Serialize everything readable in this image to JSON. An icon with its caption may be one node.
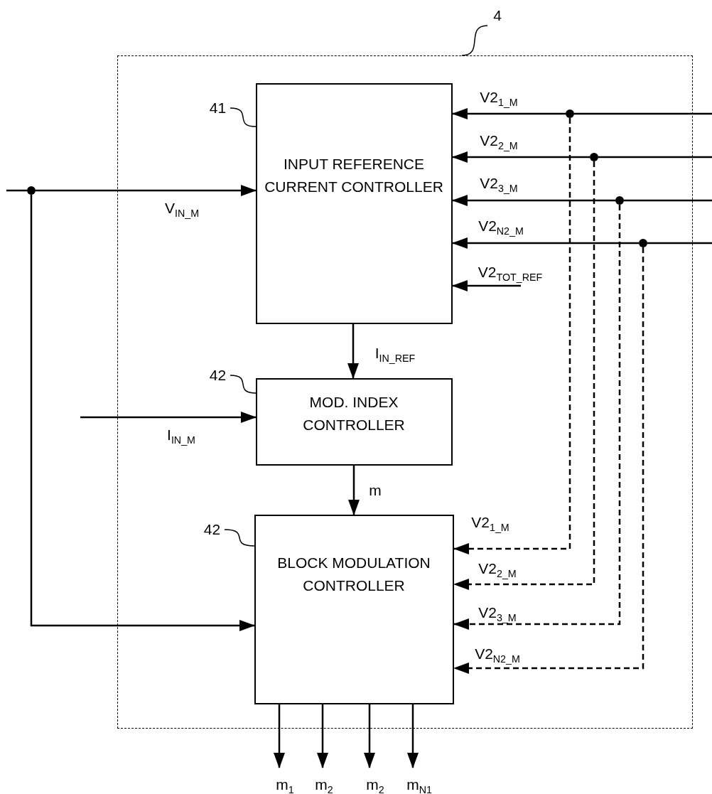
{
  "diagram": {
    "nodes": [
      {
        "text": [
          "4"
        ]
      },
      {
        "text": [],
        "shape": "box"
      },
      {
        "text": [
          "41"
        ],
        "in": 1
      },
      {
        "text": [
          "INPUT REFERENCE CURRENT CONTROLLER"
        ],
        "in": 1
      },
      {
        "text": [],
        "shape": "circle"
      },
      {
        "text": [],
        "shape": "circle",
        "in": 1
      },
      {
        "text": [],
        "shape": "circle",
        "in": 1
      },
      {
        "text": [],
        "shape": "circle",
        "in": 1
      },
      {
        "text": [],
        "shape": "circle",
        "in": 1
      },
      {
        "text": [
          "42"
        ],
        "in": 1
      },
      {
        "text": [
          "MOD. INDEX CONTROLLER"
        ],
        "in": 1
      },
      {
        "text": [
          "42"
        ],
        "in": 1
      },
      {
        "text": [
          "BLOCK MODULATION CONTROLLER"
        ],
        "in": 1
      }
    ],
    "edges": [
      {
        "from": 0,
        "to": 1,
        "arrow": "none"
      },
      {
        "from": 2,
        "to": 3,
        "arrow": "none"
      },
      {
        "from": 9,
        "to": 10,
        "arrow": "none"
      },
      {
        "from": 11,
        "to": 12,
        "arrow": "none"
      },
      {
        "from": null,
        "to": 4,
        "arrow": "none"
      },
      {
        "from": 4,
        "to": 3,
        "arrow": "to",
        "label": "V$_{IN_M}$"
      },
      {
        "from": 4,
        "to": 12,
        "arrow": "to"
      },
      {
        "from": null,
        "to": 5,
        "arrow": "none"
      },
      {
        "from": 5,
        "to": 3,
        "arrow": "to",
        "label": "V2$_{1_M}$"
      },
      {
        "from": null,
        "to": 6,
        "arrow": "none"
      },
      {
        "from": 6,
        "to": 3,
        "arrow": "to",
        "label": "V2$_{2_M}$"
      },
      {
        "from": null,
        "to": 7,
        "arrow": "none"
      },
      {
        "from": 7,
        "to": 3,
        "arrow": "to",
        "label": "V2$_{3_M}$"
      },
      {
        "from": null,
        "to": 8,
        "arrow": "none"
      },
      {
        "from": 8,
        "to": 3,
        "arrow": "to",
        "label": "V2$_{N2_M}$"
      },
      {
        "from": null,
        "to": 3,
        "arrow": "to",
        "label": "V2$_{TOT_REF}$"
      },
      {
        "from": 3,
        "to": 10,
        "arrow": "to",
        "label": "I$_{IN_REF}$"
      },
      {
        "from": null,
        "to": 10,
        "arrow": "to",
        "label": "I$_{IN_M}$"
      },
      {
        "from": 10,
        "to": 12,
        "arrow": "to",
        "label": "m"
      },
      {
        "from": 5,
        "to": 12,
        "arrow": "to",
        "style": "dashed",
        "label": "V2$_{1_M}$"
      },
      {
        "from": 6,
        "to": 12,
        "arrow": "to",
        "style": "dashed",
        "label": "V2$_{2_M}$"
      },
      {
        "from": 7,
        "to": 12,
        "arrow": "to",
        "style": "dashed",
        "label": "V2$_{3_M}$"
      },
      {
        "from": 8,
        "to": 12,
        "arrow": "to",
        "style": "dashed",
        "label": "V2$_{N2_M}$"
      },
      {
        "from": 12,
        "to": null,
        "arrow": "to",
        "label": "m$_{1}$"
      },
      {
        "from": 12,
        "to": null,
        "arrow": "to",
        "label": "m$_{2}$"
      },
      {
        "from": 12,
        "to": null,
        "arrow": "to",
        "label": "m$_{2}$"
      },
      {
        "from": 12,
        "to": null,
        "arrow": "to",
        "label": "m$_{N1}$"
      }
    ]
  }
}
